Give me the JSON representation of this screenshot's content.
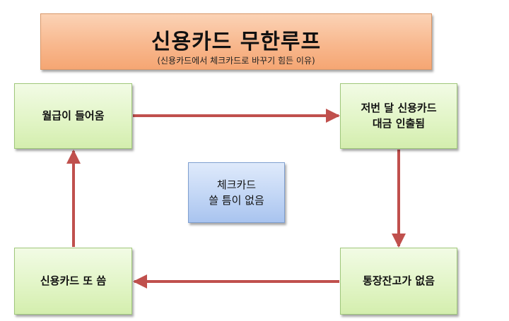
{
  "title": {
    "main": "신용카드 무한루프",
    "subtitle": "(신용카드에서 체크카드로 바꾸기 힘든 이유)"
  },
  "nodes": {
    "salary": "월급이 들어옴",
    "payment_line1": "저번 달 신용카드",
    "payment_line2": "대금 인출됨",
    "no_balance": "통장잔고가 없음",
    "spend_again": "신용카드 또 씀"
  },
  "center": {
    "line1": "체크카드",
    "line2": "쓸 틈이 없음"
  },
  "colors": {
    "arrow": "#c0504d",
    "title_fill": "#f8b88e",
    "node_fill": "#e2f5c7",
    "center_fill": "#c2d6f5"
  }
}
